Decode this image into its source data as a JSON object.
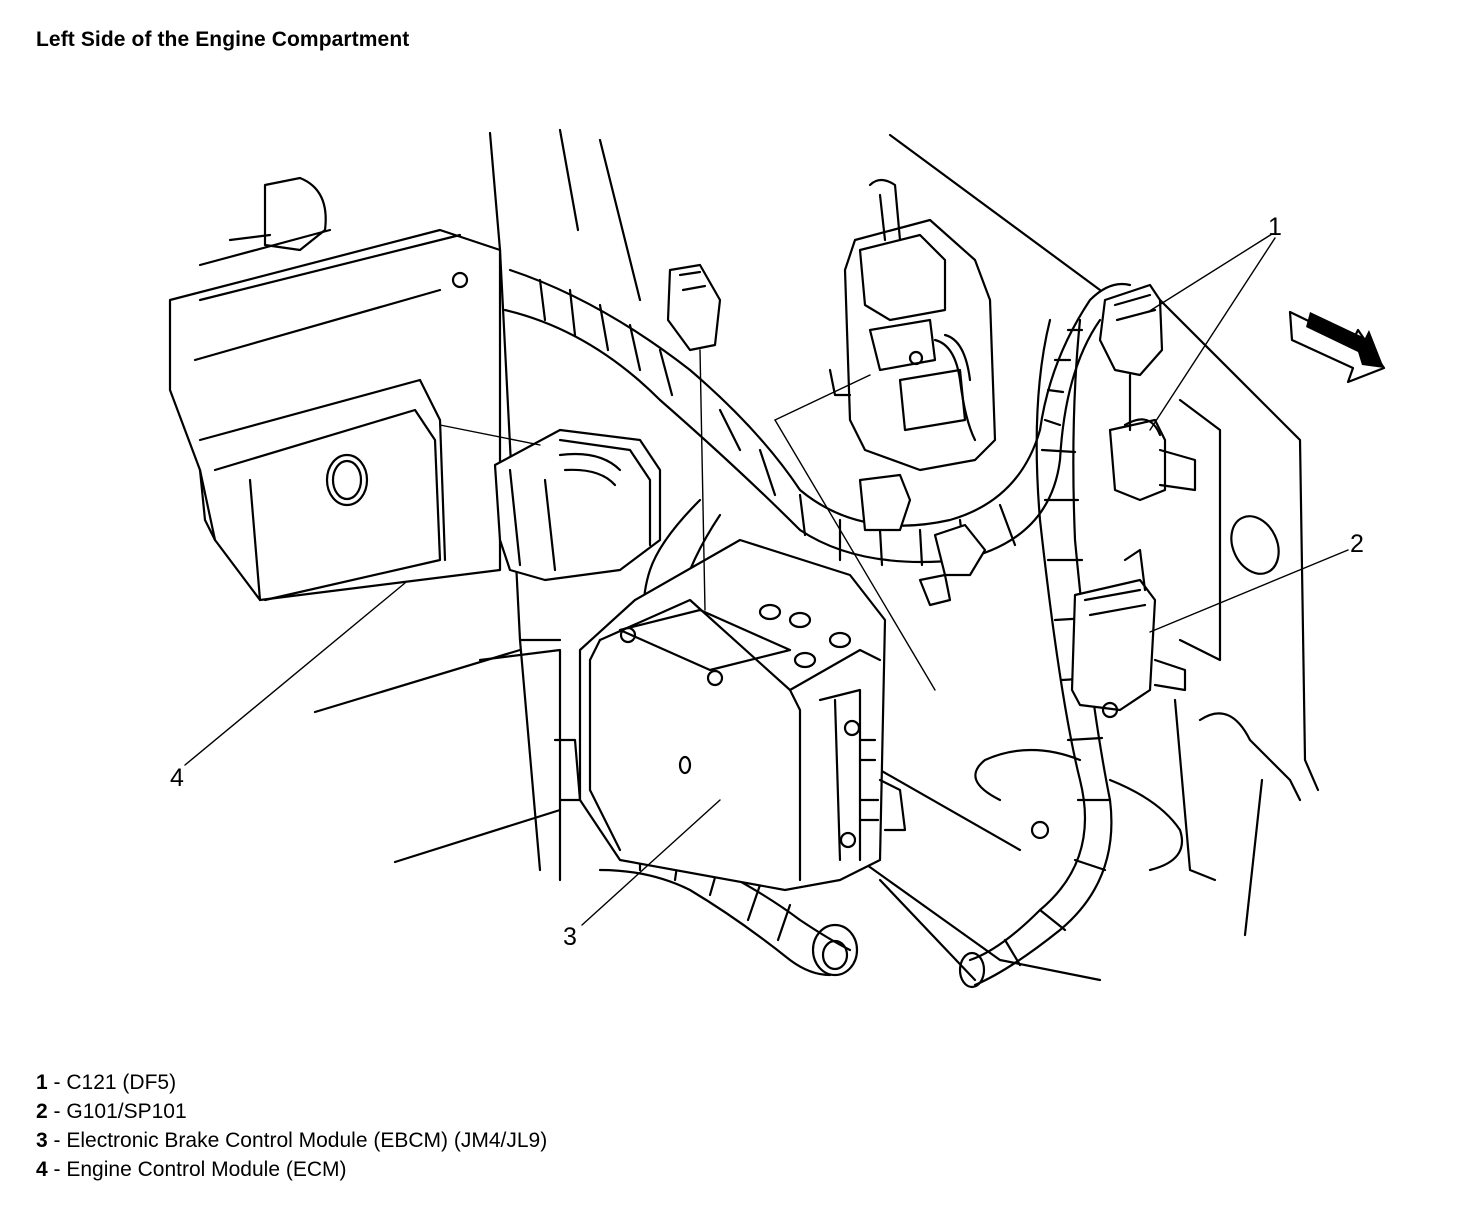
{
  "title": "Left Side of the Engine Compartment",
  "callouts": [
    "1",
    "1",
    "2",
    "3",
    "4"
  ],
  "legend": [
    {
      "num": "1",
      "sep": "-",
      "text": "C121 (DF5)"
    },
    {
      "num": "2",
      "sep": "-",
      "text": "G101/SP101"
    },
    {
      "num": "3",
      "sep": "-",
      "text": "Electronic Brake Control Module (EBCM) (JM4/JL9)"
    },
    {
      "num": "4",
      "sep": "-",
      "text": "Engine Control Module (ECM)"
    }
  ],
  "icons": {
    "direction_arrow": "arrow-icon"
  }
}
